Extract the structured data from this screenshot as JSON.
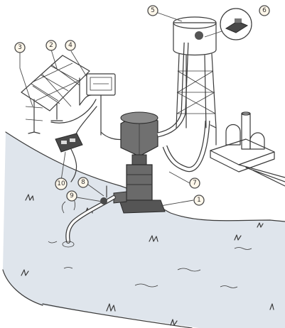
{
  "callouts": [
    {
      "id": "c1",
      "label": "1"
    },
    {
      "id": "c2",
      "label": "2"
    },
    {
      "id": "c3",
      "label": "3"
    },
    {
      "id": "c4",
      "label": "4"
    },
    {
      "id": "c5",
      "label": "5"
    },
    {
      "id": "c6",
      "label": "6"
    },
    {
      "id": "c7",
      "label": "7"
    },
    {
      "id": "c8",
      "label": "8"
    },
    {
      "id": "c9",
      "label": "9"
    },
    {
      "id": "c10",
      "label": "10"
    }
  ],
  "colors": {
    "water": "#dfe5ec",
    "ink": "#3a3a3a",
    "pump_body": "#707070",
    "callout_fill": "#fff7ea"
  }
}
